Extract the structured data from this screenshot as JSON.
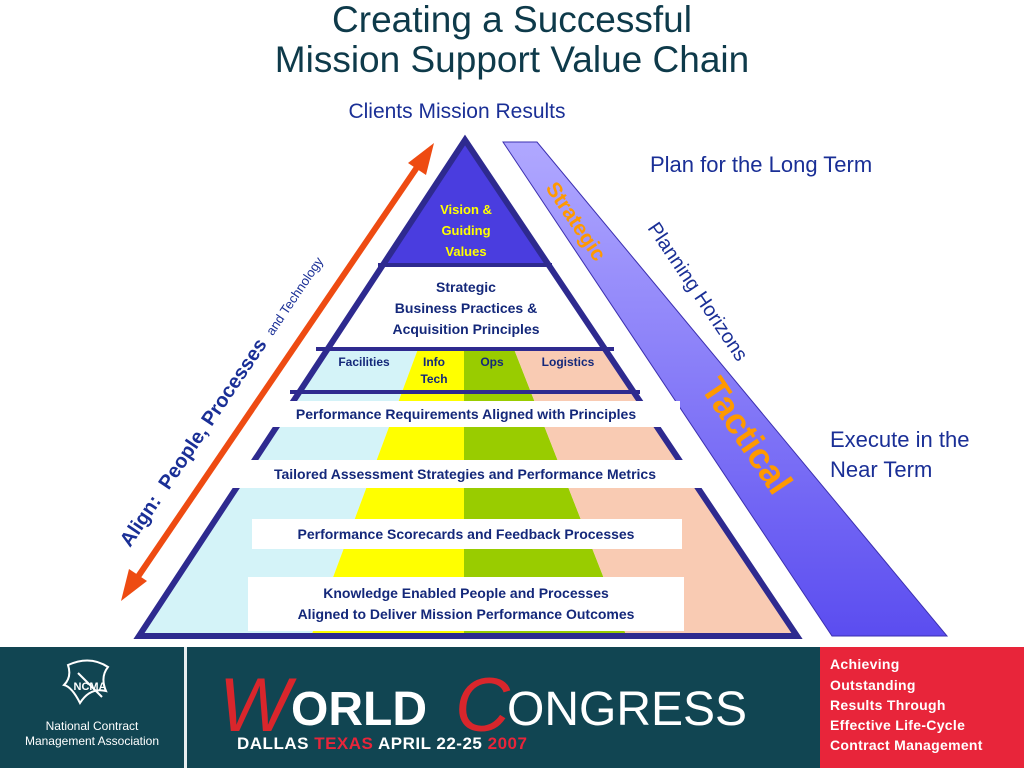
{
  "title": {
    "line1": "Creating a Successful",
    "line2": "Mission Support Value Chain"
  },
  "subtitle": "Clients Mission Results",
  "pyramid": {
    "apex": [
      "Vision &",
      "Guiding",
      "Values"
    ],
    "strategic_layer": [
      "Strategic",
      "Business Practices &",
      "Acquisition Principles"
    ],
    "columns": [
      {
        "label": "Facilities",
        "color": "#d4f3f8"
      },
      {
        "label": "Info\nTech",
        "label_lines": [
          "Info",
          "Tech"
        ],
        "color": "#ffff00"
      },
      {
        "label": "Ops",
        "color": "#99cc00"
      },
      {
        "label": "Logistics",
        "color": "#f9cbb3"
      }
    ],
    "bands": [
      "Performance Requirements Aligned with Principles",
      "Tailored Assessment Strategies and Performance Metrics",
      "Performance Scorecards and Feedback Processes"
    ],
    "base_box": [
      "Knowledge Enabled People and Processes",
      "Aligned to Deliver Mission Performance Outcomes"
    ],
    "apex_color": "#4a3ddf",
    "outline_color": "#2e2a8f"
  },
  "align_arrow": {
    "prefix": "Align:",
    "main": "People, Processes",
    "suffix": "and Technology",
    "color": "#ee4b12"
  },
  "planning_bar": {
    "strategic": "Strategic",
    "tactical": "Tactical",
    "horizons": "Planning Horizons",
    "strategic_color": "#ff9900",
    "tactical_color": "#ff9900"
  },
  "notes": {
    "long_term": "Plan for the Long Term",
    "near_term_1": "Execute in the",
    "near_term_2": "Near Term"
  },
  "footer": {
    "org_lines": [
      "National Contract",
      "Management Association"
    ],
    "logo_text": "NCMA",
    "congress_w": "W",
    "congress_orld": "ORLD",
    "congress_c": "C",
    "congress_ongress": "ONGRESS",
    "city": "DALLAS",
    "state": "TEXAS",
    "dates": "APRIL 22-25",
    "year": "2007",
    "tagline": [
      "Achieving",
      "Outstanding",
      "Results Through",
      "Effective Life-Cycle",
      "Contract Management"
    ]
  }
}
